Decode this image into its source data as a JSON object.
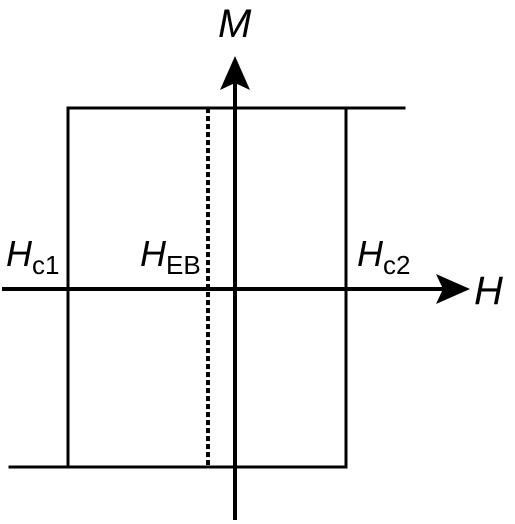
{
  "axes": {
    "vertical_label": "M",
    "horizontal_label": "H"
  },
  "labels": {
    "hc1": {
      "main": "H",
      "sub": "c1"
    },
    "heb": {
      "main": "H",
      "sub": "EB"
    },
    "hc2": {
      "main": "H",
      "sub": "c2"
    }
  },
  "colors": {
    "stroke": "#000000",
    "background": "#ffffff"
  }
}
